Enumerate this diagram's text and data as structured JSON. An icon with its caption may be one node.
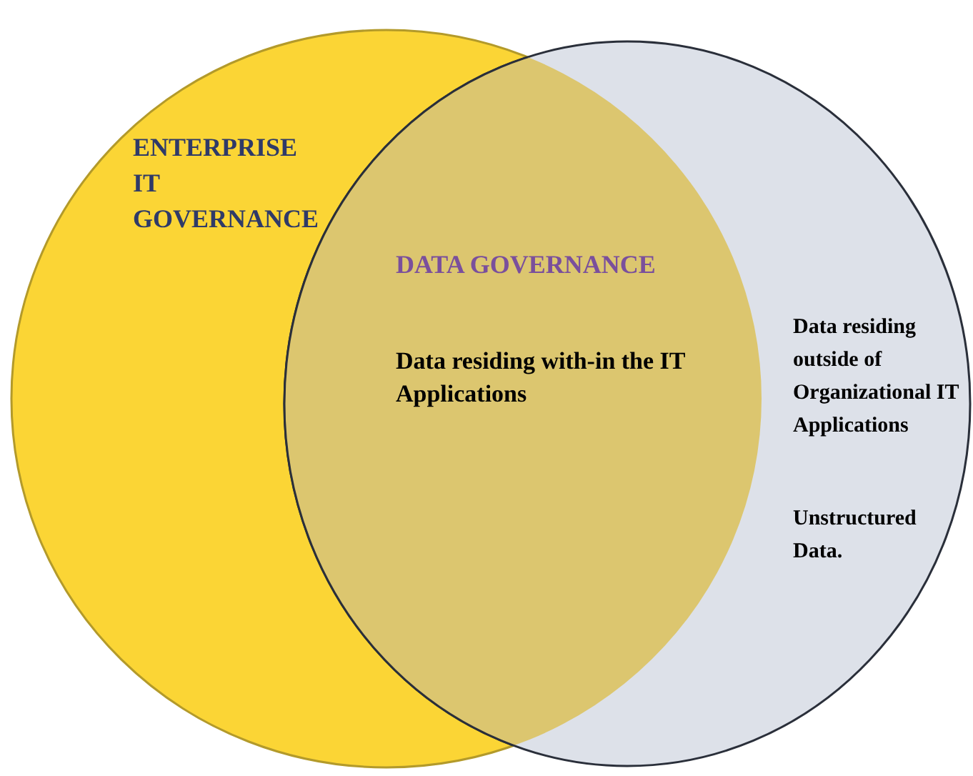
{
  "diagram": {
    "nodes": [
      {
        "text": [
          "ENTERPRISE IT GOVERNANCE"
        ]
      },
      {
        "text": [
          "DATA GOVERNANCE",
          "Data residing with-in the IT Applications",
          "Data residing outside of Organizational IT Applications",
          "Unstructured Data."
        ]
      }
    ],
    "edges": []
  }
}
